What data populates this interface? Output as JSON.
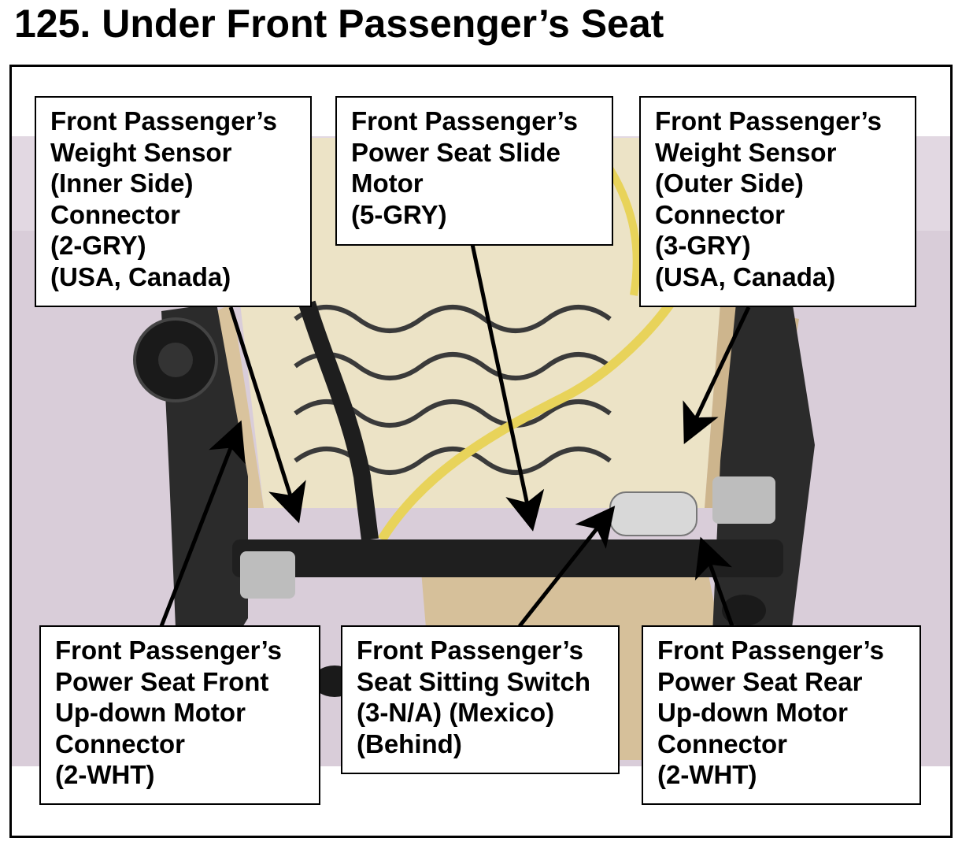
{
  "title": "125.  Under Front Passenger’s Seat",
  "colors": {
    "background": "#d9cdd9",
    "foam": "#ece3c6",
    "frame_metal": "#2b2b2b",
    "harness_yellow": "#e8d35a",
    "seat_tan": "#d6c09a"
  },
  "callouts": [
    {
      "id": "inner-weight-sensor",
      "lines": [
        "Front Passenger’s",
        "Weight Sensor",
        "(Inner Side)",
        "Connector",
        "(2-GRY)",
        "(USA, Canada)"
      ]
    },
    {
      "id": "slide-motor",
      "lines": [
        "Front Passenger’s",
        "Power Seat Slide",
        "Motor",
        "(5-GRY)"
      ]
    },
    {
      "id": "outer-weight-sensor",
      "lines": [
        "Front Passenger’s",
        "Weight Sensor",
        "(Outer Side)",
        "Connector",
        "(3-GRY)",
        "(USA, Canada)"
      ]
    },
    {
      "id": "front-updown-motor",
      "lines": [
        "Front Passenger’s",
        "Power Seat Front",
        "Up-down Motor",
        "Connector",
        "(2-WHT)"
      ]
    },
    {
      "id": "sitting-switch",
      "lines": [
        "Front Passenger’s",
        "Seat Sitting Switch",
        "(3-N/A) (Mexico)",
        "(Behind)"
      ]
    },
    {
      "id": "rear-updown-motor",
      "lines": [
        "Front Passenger’s",
        "Power Seat Rear",
        "Up-down Motor",
        "Connector",
        "(2-WHT)"
      ]
    }
  ]
}
